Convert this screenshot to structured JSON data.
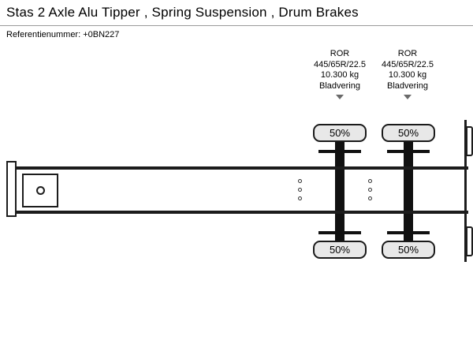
{
  "header": {
    "title": "Stas 2 Axle Alu Tipper , Spring Suspension , Drum Brakes",
    "reference": "Referentienummer: +0BN227"
  },
  "axles": [
    {
      "brand": "ROR",
      "tire_size": "445/65R/22.5",
      "load": "10.300 kg",
      "suspension": "Bladvering",
      "tire_top": "50%",
      "tire_bottom": "50%"
    },
    {
      "brand": "ROR",
      "tire_size": "445/65R/22.5",
      "load": "10.300 kg",
      "suspension": "Bladvering",
      "tire_top": "50%",
      "tire_bottom": "50%"
    }
  ],
  "icons": {
    "axle_pointer_icon": "triangle-down"
  },
  "colors": {
    "line": "#1c1c1c",
    "tire_fill": "#e8e8e8",
    "pointer": "#6a6a6a"
  }
}
